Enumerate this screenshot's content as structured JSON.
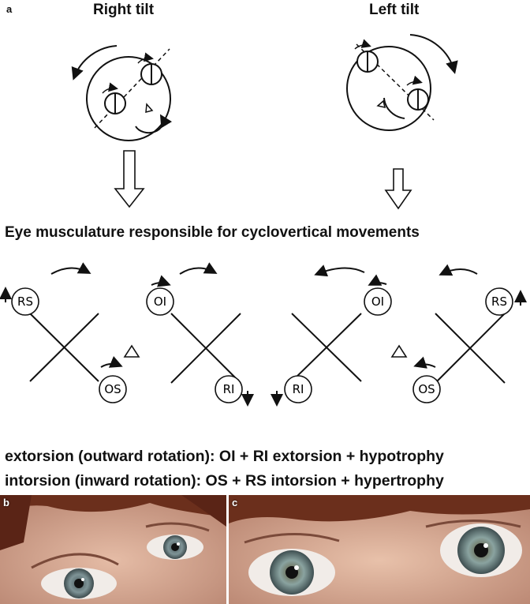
{
  "panel_labels": {
    "a": "a",
    "b": "b",
    "c": "c"
  },
  "tilts": {
    "right": "Right tilt",
    "left": "Left tilt"
  },
  "heading": "Eye musculature responsible for cyclovertical movements",
  "muscles": {
    "rs": "RS",
    "oi": "OI",
    "os": "OS",
    "ri": "RI"
  },
  "captions": {
    "extorsion": "extorsion (outward rotation): OI + RI extorsion + hypotrophy",
    "intorsion": "intorsion (inward rotation): OS + RS intorsion + hypertrophy"
  }
}
